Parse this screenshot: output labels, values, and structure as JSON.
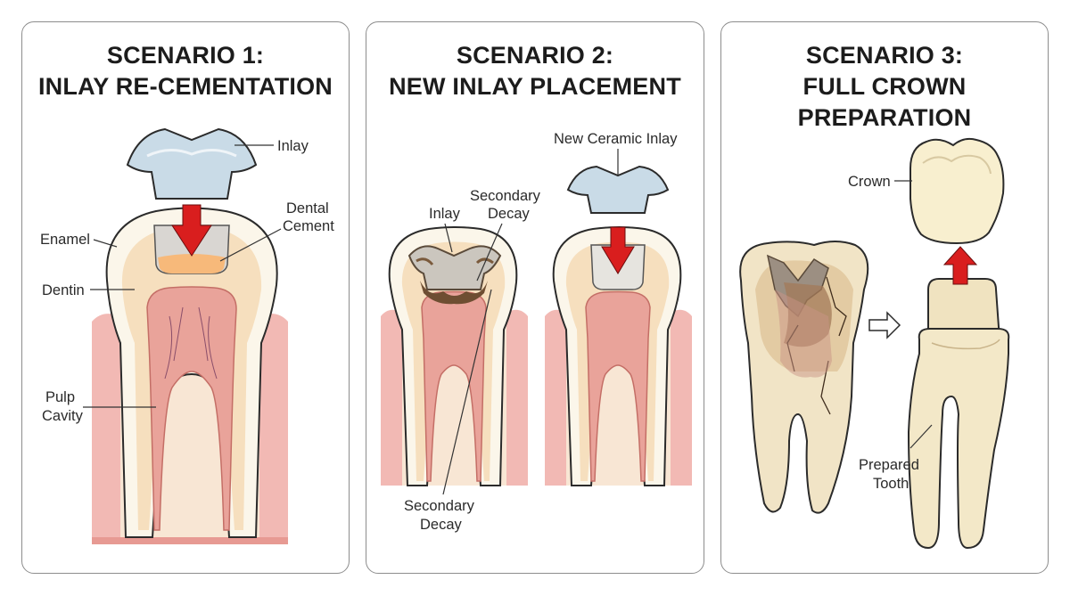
{
  "scenarios": [
    {
      "title_line1": "SCENARIO 1:",
      "title_line2": "INLAY RE-CEMENTATION",
      "labels": {
        "inlay": "Inlay",
        "enamel": "Enamel",
        "dental_cement_1": "Dental",
        "dental_cement_2": "Cement",
        "dentin": "Dentin",
        "pulp_1": "Pulp",
        "pulp_2": "Cavity"
      }
    },
    {
      "title_line1": "SCENARIO 2:",
      "title_line2": "NEW INLAY PLACEMENT",
      "labels": {
        "new_inlay": "New Ceramic Inlay",
        "inlay": "Inlay",
        "secondary_decay_top_1": "Secondary",
        "secondary_decay_top_2": "Decay",
        "secondary_decay_bottom_1": "Secondary",
        "secondary_decay_bottom_2": "Decay"
      }
    },
    {
      "title_line1": "SCENARIO 3:",
      "title_line2": "FULL CROWN PREPARATION",
      "labels": {
        "crown": "Crown",
        "prepared_1": "Prepared",
        "prepared_2": "Tooth"
      }
    }
  ],
  "colors": {
    "enamel": "#fbf6ea",
    "dentin": "#f6dfbe",
    "pulp": "#e9a39a",
    "gum": "#f2b9b4",
    "bone": "#f8e6d4",
    "inlay": "#c9dbe7",
    "cement": "#f7b97a",
    "arrow": "#d91e1e",
    "decay": "#7a5a3c",
    "crown": "#f8efcf"
  }
}
